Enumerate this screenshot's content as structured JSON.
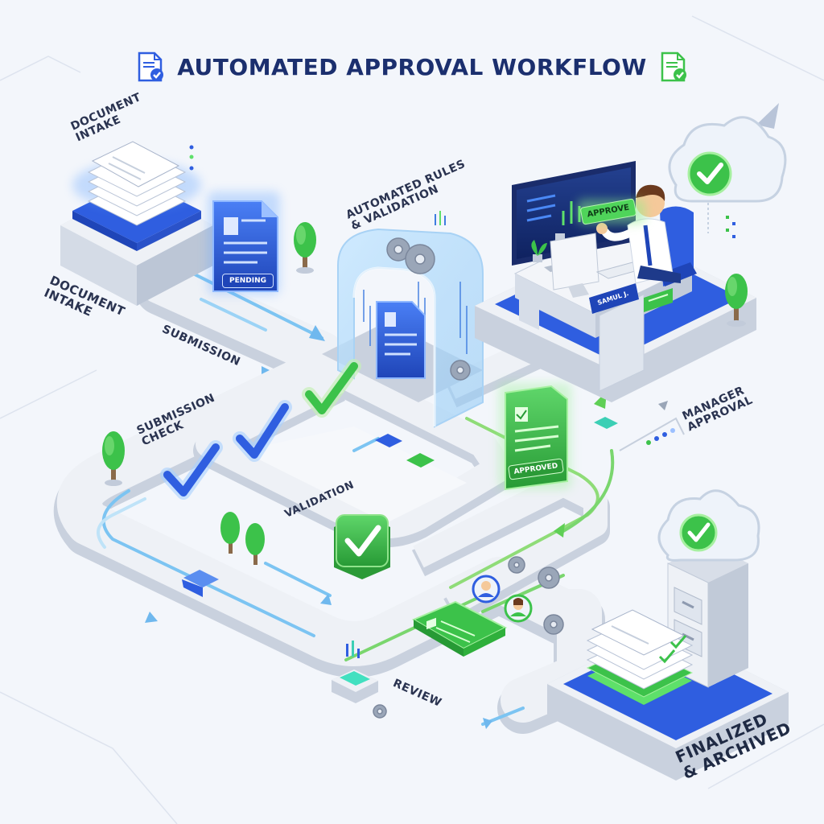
{
  "header": {
    "title": "AUTOMATED APPROVAL WORKFLOW"
  },
  "labels": {
    "document_intake_top": "DOCUMENT\nINTAKE",
    "document_intake_side": "DOCUMENT\nINTAKE",
    "submission": "SUBMISSION",
    "submission_check": "SUBMISSION\nCHECK",
    "automated_rules": "AUTOMATED RULES\n& VALIDATION",
    "validation": "VALIDATION",
    "manager_approval": "MANAGER\nAPPROVAL",
    "review": "REVIEW",
    "finalized": "FINALIZED\n& ARCHIVED"
  },
  "tags": {
    "pending": "PENDING",
    "approved_doc": "APPROVED",
    "approve_button": "APPROVE",
    "nameplate": "SAMUL J."
  },
  "colors": {
    "title": "#1b2f6e",
    "blue_accent": "#2f5ee0",
    "green_accent": "#3cc24a",
    "platform": "#e6eaf1",
    "platform_side": "#c9d1de",
    "flow_blue": "#7cc4f2",
    "flow_green": "#7ad66e"
  },
  "icons": {
    "title_left": "document-check-icon",
    "title_right": "document-approved-icon"
  }
}
